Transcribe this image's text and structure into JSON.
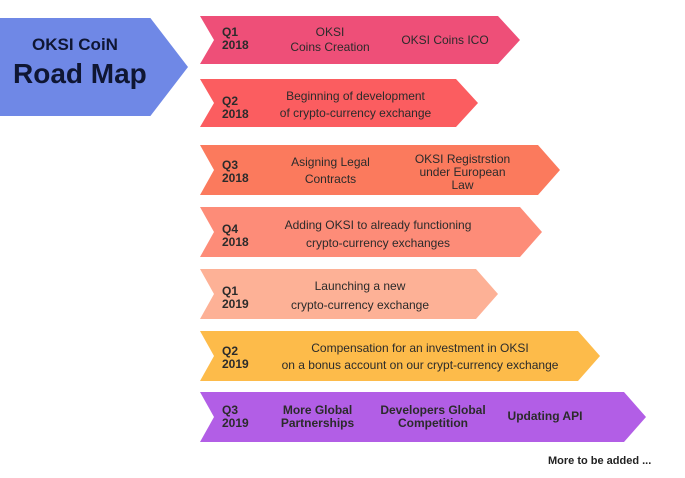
{
  "title": {
    "line1": "OKSI CoiN",
    "line2": "Road Map"
  },
  "colors": {
    "title": "#6f88e6",
    "q1_2018": "#ee4f78",
    "q2_2018": "#fb5d60",
    "q3_2018": "#fb7a5d",
    "q4_2018": "#fd8c78",
    "q1_2019": "#fdb196",
    "q2_2019": "#fdbb4a",
    "q3_2019": "#b25ee6"
  },
  "milestones": [
    {
      "quarter": "Q1",
      "year": "2018",
      "items": [
        "OKSI\nCoins Creation",
        "OKSI Coins ICO"
      ]
    },
    {
      "quarter": "Q2",
      "year": "2018",
      "items": [
        "Beginning of development\nof crypto-currency exchange"
      ]
    },
    {
      "quarter": "Q3",
      "year": "2018",
      "items": [
        "Asigning Legal\nContracts",
        "OKSI Registrstion\nunder European\nLaw"
      ]
    },
    {
      "quarter": "Q4",
      "year": "2018",
      "items": [
        "Adding OKSI to already functioning\ncrypto-currency exchanges"
      ]
    },
    {
      "quarter": "Q1",
      "year": "2019",
      "items": [
        "Launching a new\ncrypto-currency exchange"
      ]
    },
    {
      "quarter": "Q2",
      "year": "2019",
      "items": [
        "Compensation for an investment in OKSI\non a bonus account on our crypt-currency exchange"
      ]
    },
    {
      "quarter": "Q3",
      "year": "2019",
      "items": [
        "More Global\nPartnerships",
        "Developers Global\nCompetition",
        "Updating API"
      ]
    }
  ],
  "footer": "More to be added ..."
}
